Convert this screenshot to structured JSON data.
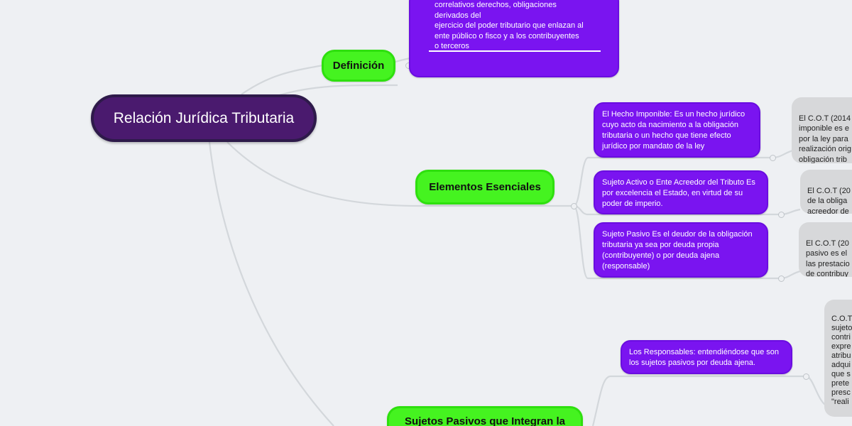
{
  "mindmap": {
    "root": "Relación Jurídica Tributaria",
    "branches": {
      "definicion": {
        "label": "Definición",
        "text": "correlativos derechos, obligaciones\nderivados del\nejercicio del poder tributario que enlazan al\nente público o fisco y a los contribuyentes\no terceros"
      },
      "elementos": {
        "label": "Elementos Esenciales",
        "items": [
          {
            "text": "El Hecho Imponible: Es un hecho jurídico cuyo acto da nacimiento a la obligación tributaria o un hecho que tiene efecto jurídico por mandato de la ley",
            "detail": "El C.O.T (2014\nimponible es e\npor la ley para\nrealización orig\nobligación trib"
          },
          {
            "text": "Sujeto Activo o Ente Acreedor del Tributo Es por excelencia el Estado, en virtud de su poder de imperio.",
            "detail": "El C.O.T (20\nde la obliga\nacreedor de"
          },
          {
            "text": "Sujeto Pasivo Es el deudor de la obligación tributaria ya sea por deuda propia (contribuyente) o por deuda ajena (responsable)",
            "detail": "El C.O.T (20\npasivo es el\nlas prestacio\nde contribuy"
          }
        ]
      },
      "sujetos": {
        "label": "Sujetos Pasivos que Integran la",
        "items": [
          {
            "text": "Los Responsables: entendiéndose que son los sujetos pasivos por deuda ajena.",
            "detail": "C.O.T\nsujeto\ncontri\nexpre\natribu\nadqui\nque s\nprete\npresc\n\"reali"
          }
        ]
      }
    }
  },
  "colors": {
    "root_fill": "#4a1a6e",
    "branch_fill": "#45f320",
    "topic_fill": "#7a14f0",
    "detail_fill": "#d7d8da",
    "connector": "#d0d4d8"
  }
}
